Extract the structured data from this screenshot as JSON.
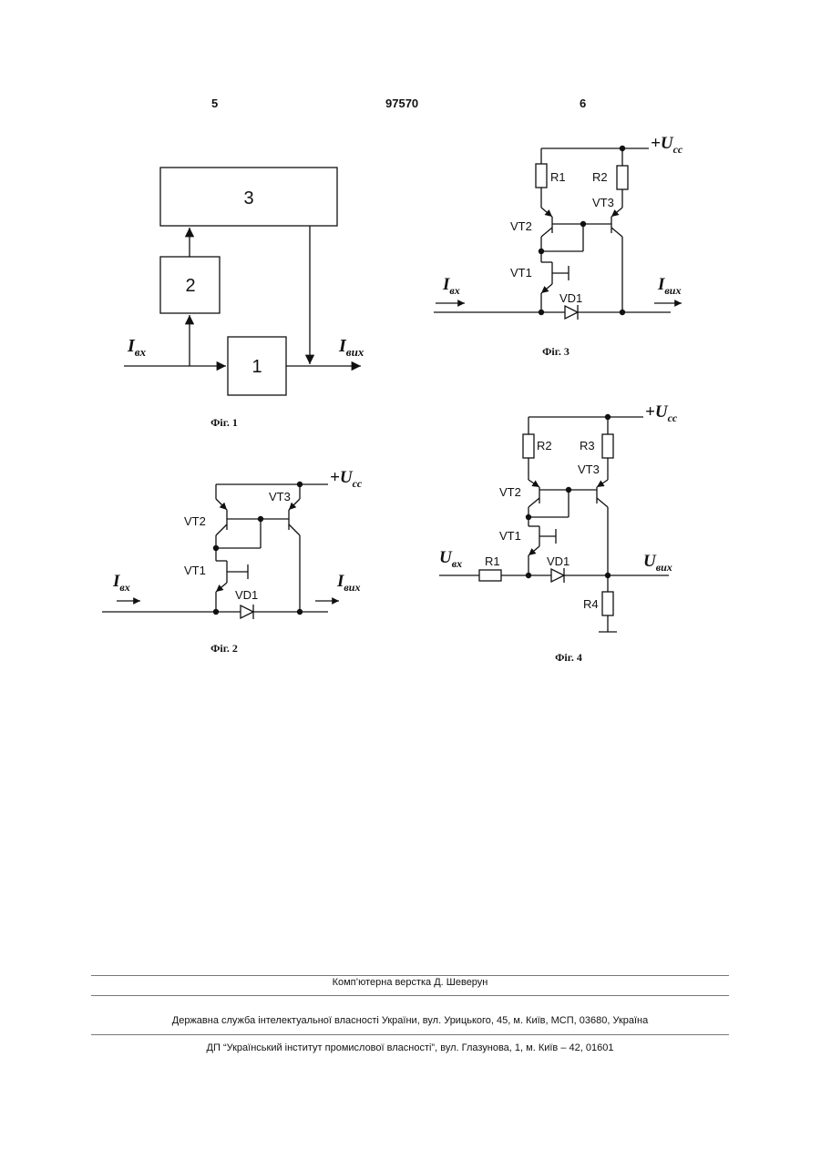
{
  "header": {
    "page_left": "5",
    "patent_number": "97570",
    "page_right": "6"
  },
  "fig1": {
    "block3": "3",
    "block2": "2",
    "block1": "1",
    "input_main": "I",
    "input_sub": "вх",
    "output_main": "I",
    "output_sub": "вих",
    "caption": "Фіг. 1"
  },
  "fig2": {
    "supply_main": "+U",
    "supply_sub": "cc",
    "vt3": "VT3",
    "vt2": "VT2",
    "vt1": "VT1",
    "vd1": "VD1",
    "input_main": "I",
    "input_sub": "вх",
    "output_main": "I",
    "output_sub": "вих",
    "caption": "Фіг. 2"
  },
  "fig3": {
    "supply_main": "+U",
    "supply_sub": "cc",
    "r1": "R1",
    "r2": "R2",
    "vt3": "VT3",
    "vt2": "VT2",
    "vt1": "VT1",
    "vd1": "VD1",
    "input_main": "I",
    "input_sub": "вх",
    "output_main": "I",
    "output_sub": "вих",
    "caption": "Фіг. 3"
  },
  "fig4": {
    "supply_main": "+U",
    "supply_sub": "cc",
    "r2": "R2",
    "r3": "R3",
    "vt3": "VT3",
    "vt2": "VT2",
    "vt1": "VT1",
    "r1": "R1",
    "vd1": "VD1",
    "r4": "R4",
    "input_main": "U",
    "input_sub": "вх",
    "output_main": "U",
    "output_sub": "вих",
    "caption": "Фіг. 4"
  },
  "footer": {
    "line1": "Комп’ютерна верстка Д. Шеверун",
    "line2": "Державна служба інтелектуальної власності України, вул. Урицького, 45, м. Київ, МСП, 03680, Україна",
    "line3": "ДП “Український інститут промислової власності”, вул. Глазунова, 1, м. Київ – 42, 01601"
  }
}
